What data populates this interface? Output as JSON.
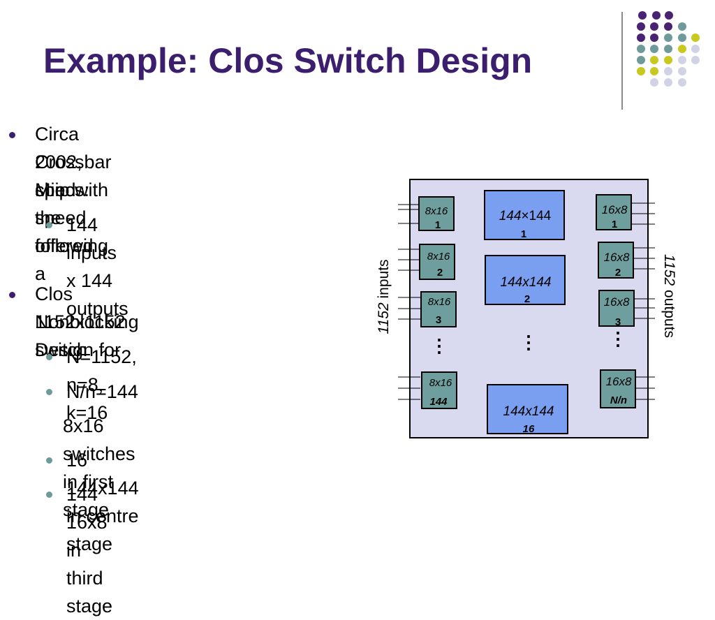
{
  "slide": {
    "title": "Example:  Clos Switch Design"
  },
  "bullets": {
    "b1_line1": "Circa 2002, Mind speed offered a",
    "b1_line2": "Crossbar chip with the following",
    "b1_line3": "specs:",
    "b1_sub1": "144 inputs x 144 outputs",
    "b2_line1": "Clos Nonblocking Design for",
    "b2_line2": "1152x1152 switch",
    "b2_sub1": "N=1152, n=8, k=16",
    "b2_sub2": "N/n=144",
    "b2_sub2_cont": "8x16 switches in first stage",
    "b2_sub3": "16  144x144 in centre stage",
    "b2_sub4": "144  16x8 in third stage"
  },
  "diagram": {
    "left_label_num": "1152",
    "left_label_text": " inputs",
    "right_label_num": "1152",
    "right_label_text": " outputs",
    "first_stage": [
      {
        "type": "8x16",
        "index": "1"
      },
      {
        "type": "8x16",
        "index": "2"
      },
      {
        "type": "8x16",
        "index": "3"
      },
      {
        "type": "8x16",
        "index": "144"
      }
    ],
    "center_stage": [
      {
        "type_a": "144",
        "type_x": "×",
        "type_b": "144",
        "index": "1"
      },
      {
        "type": "144x144",
        "index": "2"
      },
      {
        "type": "144x144",
        "index": "16"
      }
    ],
    "third_stage": [
      {
        "type": "16x8",
        "index": "1"
      },
      {
        "type": "16x8",
        "index": "2"
      },
      {
        "type": "16x8",
        "index": "3"
      },
      {
        "type": "16x8",
        "index": "N/n"
      }
    ],
    "ellipsis": "⋮"
  },
  "colors": {
    "title": "#3c1e6e",
    "frame_bg": "#d9d9ef",
    "block_small": "#6e9e9e",
    "block_center": "#7a9ff0"
  }
}
